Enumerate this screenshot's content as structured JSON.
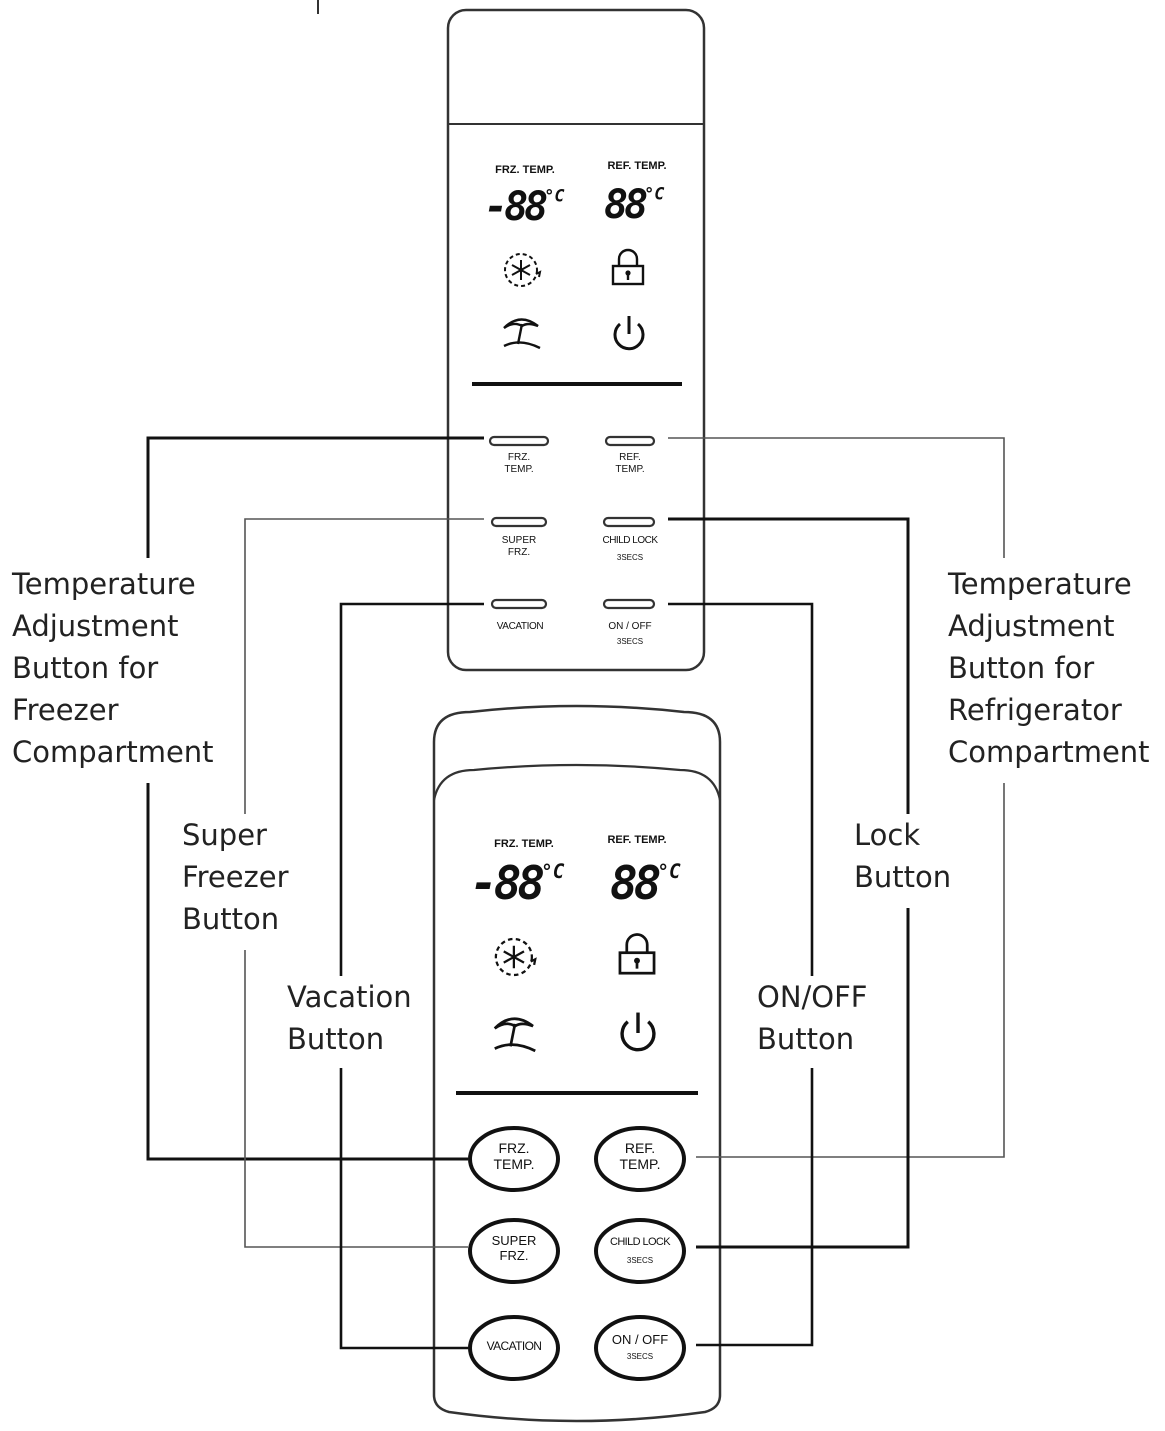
{
  "display": {
    "frz_temp_label": "FRZ. TEMP.",
    "ref_temp_label": "REF. TEMP.",
    "frz_temp_value": "-88",
    "ref_temp_value": "88",
    "unit": "°C"
  },
  "panel_buttons": {
    "frz_temp": "FRZ.\nTEMP.",
    "ref_temp": "REF.\nTEMP.",
    "super_frz": "SUPER\nFRZ.",
    "child_lock": "CHILD LOCK",
    "child_lock_sub": "3SECS",
    "vacation": "VACATION",
    "on_off": "ON / OFF",
    "on_off_sub": "3SECS"
  },
  "callouts": {
    "freezer_temp": "Temperature\nAdjustment\nButton for\nFreezer\nCompartment",
    "refrigerator_temp": "Temperature\nAdjustment\nButton for\nRefrigerator\nCompartment",
    "super_freezer": "Super\nFreezer\nButton",
    "lock": "Lock\nButton",
    "vacation": "Vacation\nButton",
    "on_off": "ON/OFF\nButton"
  },
  "icons": [
    "super-freeze-icon",
    "lock-icon",
    "vacation-umbrella-icon",
    "power-icon"
  ]
}
